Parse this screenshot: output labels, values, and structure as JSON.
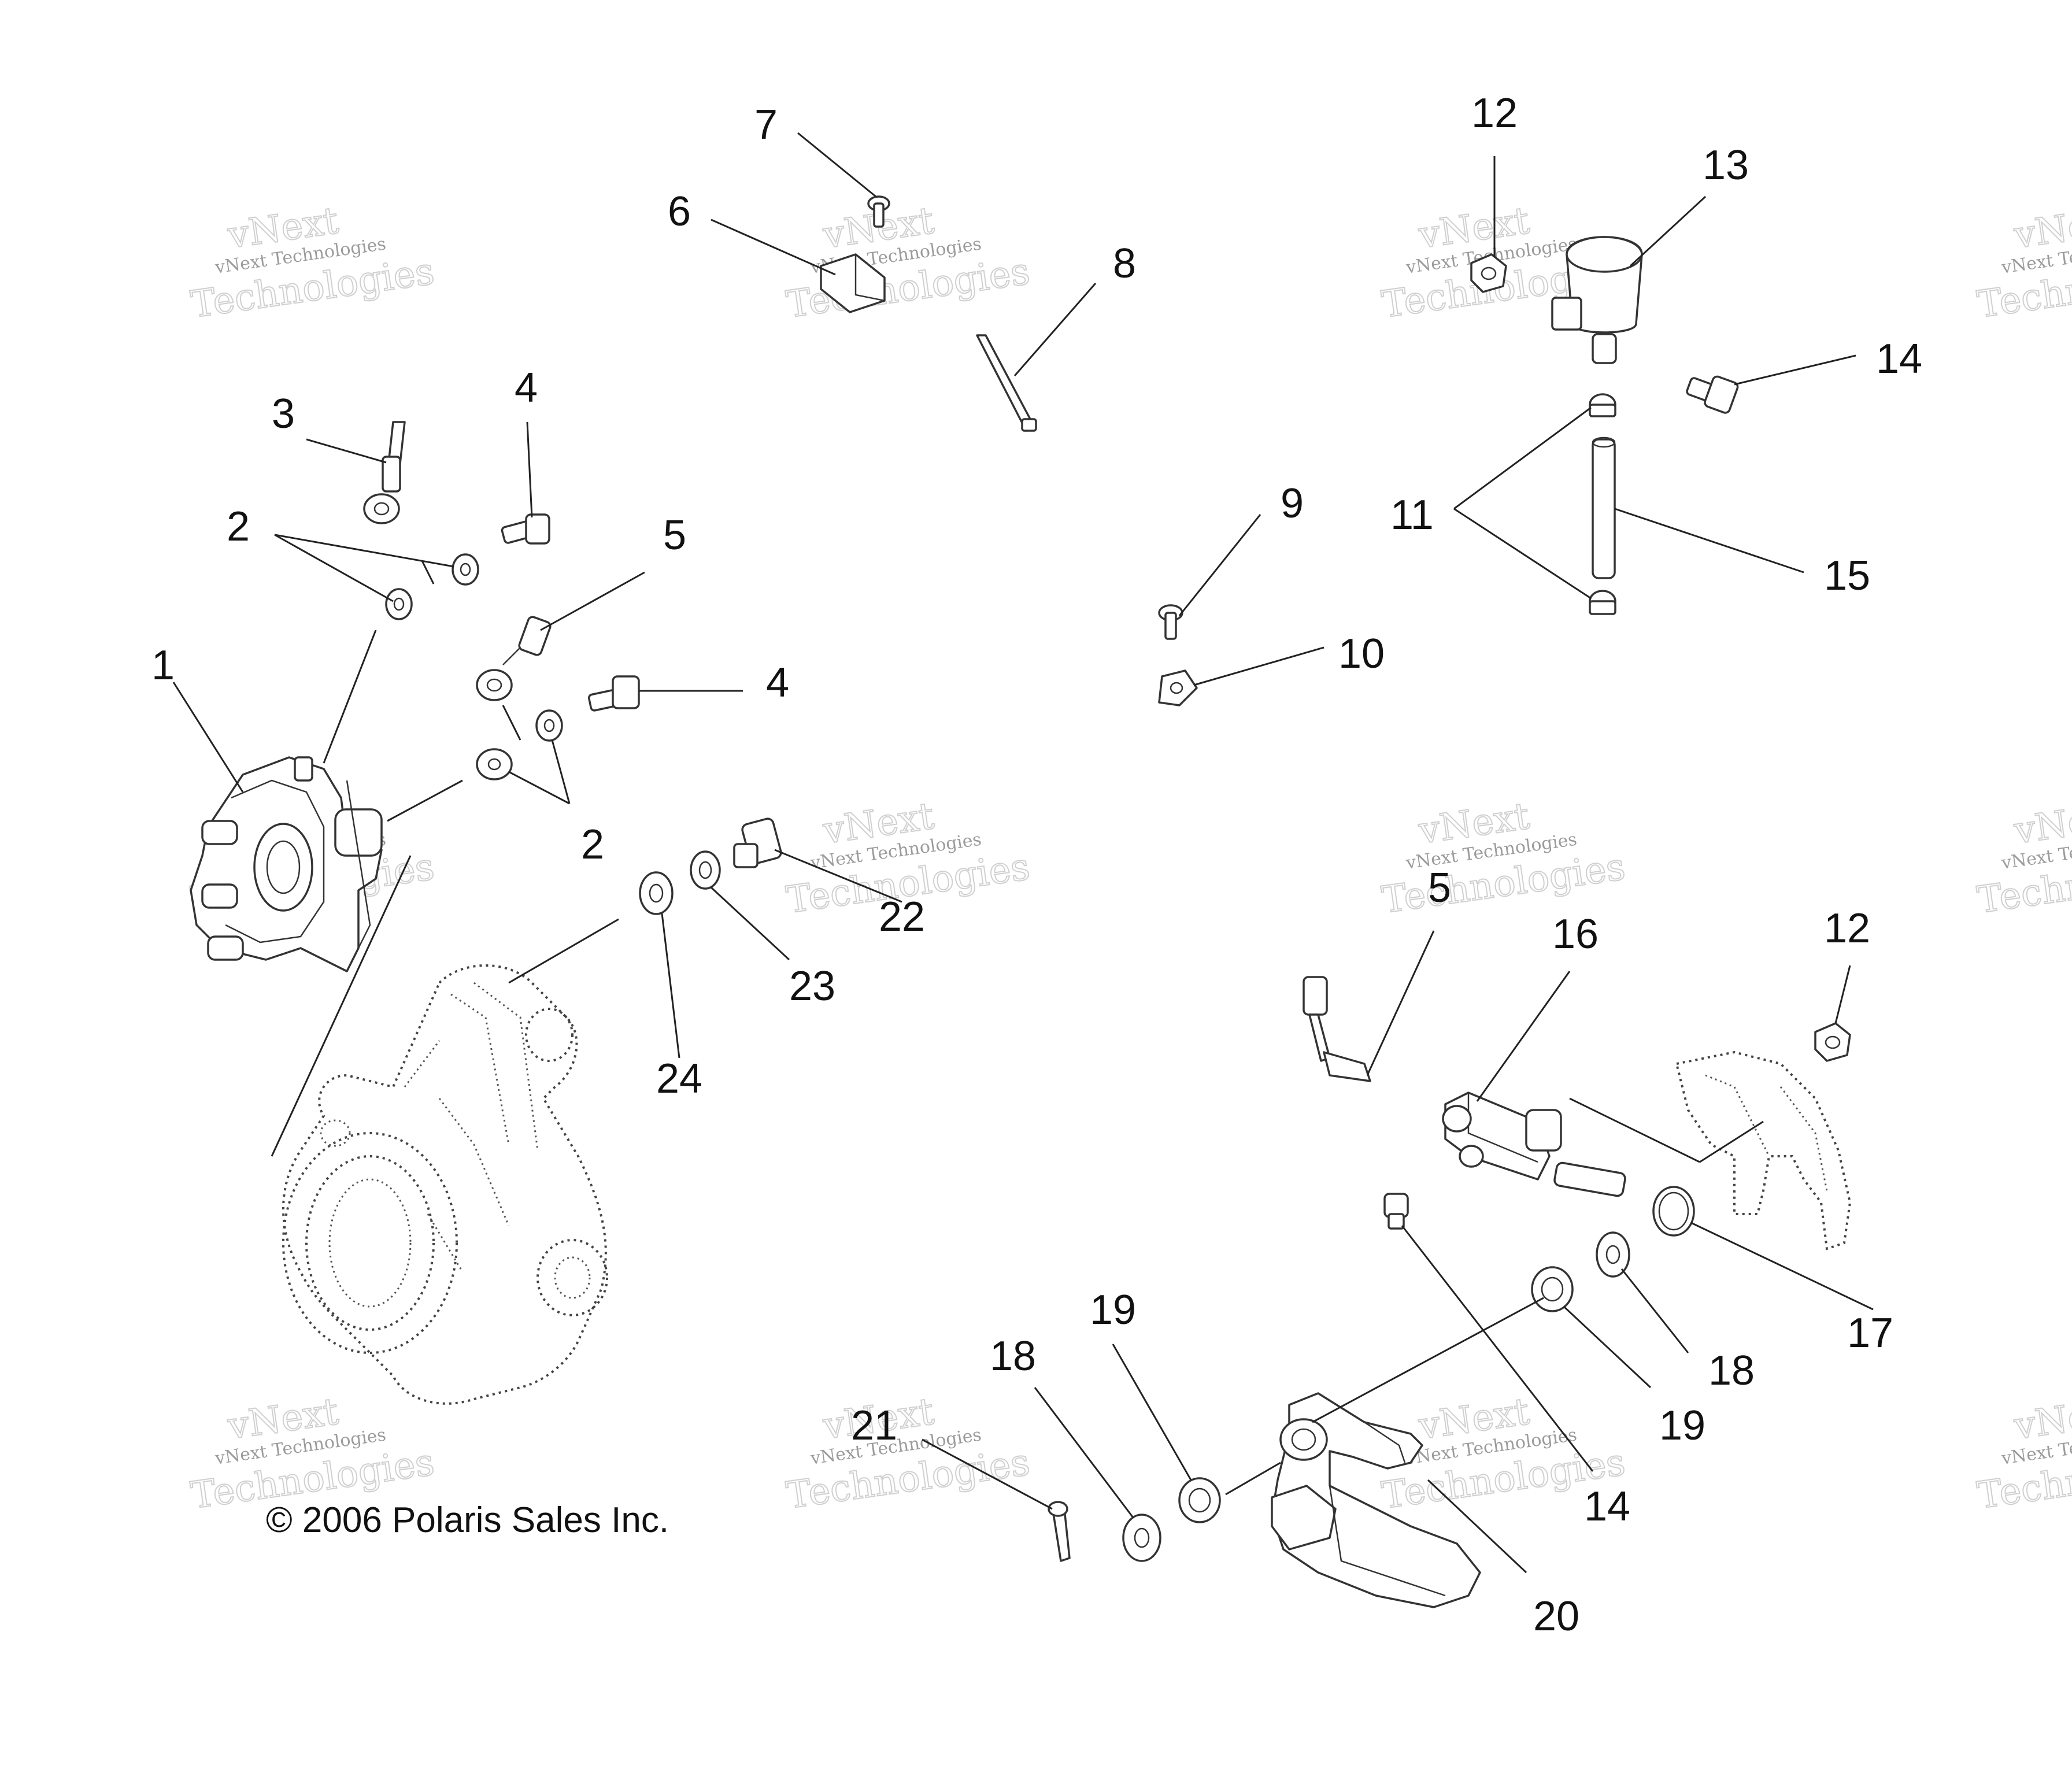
{
  "callouts": {
    "c1": "1",
    "c2a": "2",
    "c2b": "2",
    "c3": "3",
    "c4a": "4",
    "c4b": "4",
    "c5a": "5",
    "c5b": "5",
    "c6": "6",
    "c7": "7",
    "c8": "8",
    "c9": "9",
    "c10": "10",
    "c11": "11",
    "c12a": "12",
    "c12b": "12",
    "c13": "13",
    "c14a": "14",
    "c14b": "14",
    "c15": "15",
    "c16": "16",
    "c17": "17",
    "c18a": "18",
    "c18b": "18",
    "c19a": "19",
    "c19b": "19",
    "c20": "20",
    "c21": "21",
    "c22": "22",
    "c23": "23",
    "c24": "24"
  },
  "copyright": "© 2006 Polaris Sales Inc.",
  "watermark": {
    "line_small": "vNext Technologies",
    "line_big": "Technologies",
    "line_top": "vNext"
  }
}
